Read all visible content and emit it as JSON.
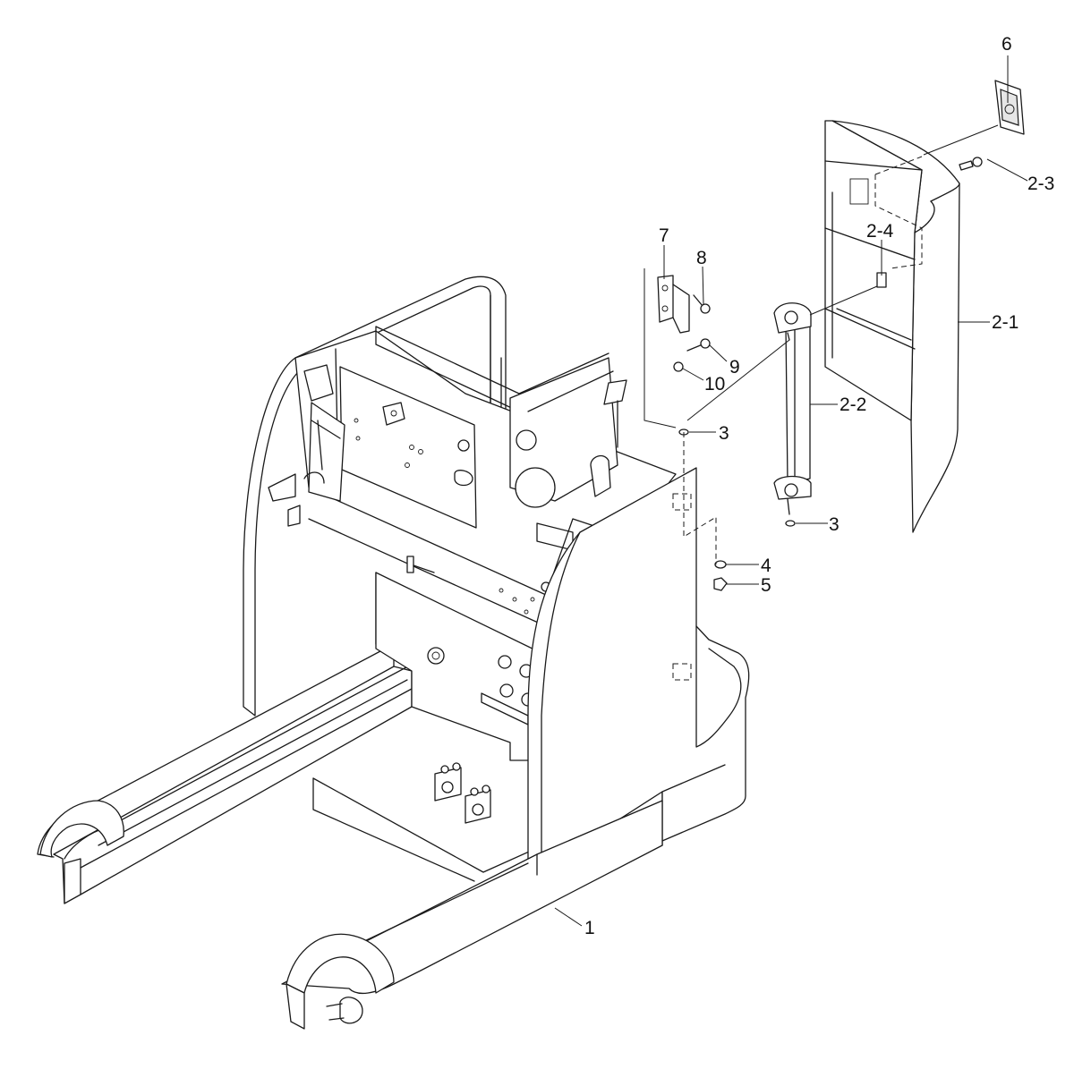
{
  "callouts": [
    {
      "id": "1",
      "text": "1"
    },
    {
      "id": "2-1",
      "text": "2-1"
    },
    {
      "id": "2-2",
      "text": "2-2"
    },
    {
      "id": "2-3",
      "text": "2-3"
    },
    {
      "id": "2-4",
      "text": "2-4"
    },
    {
      "id": "3a",
      "text": "3"
    },
    {
      "id": "3b",
      "text": "3"
    },
    {
      "id": "4",
      "text": "4"
    },
    {
      "id": "5",
      "text": "5"
    },
    {
      "id": "6",
      "text": "6"
    },
    {
      "id": "7",
      "text": "7"
    },
    {
      "id": "8",
      "text": "8"
    },
    {
      "id": "9",
      "text": "9"
    },
    {
      "id": "10",
      "text": "10"
    }
  ]
}
